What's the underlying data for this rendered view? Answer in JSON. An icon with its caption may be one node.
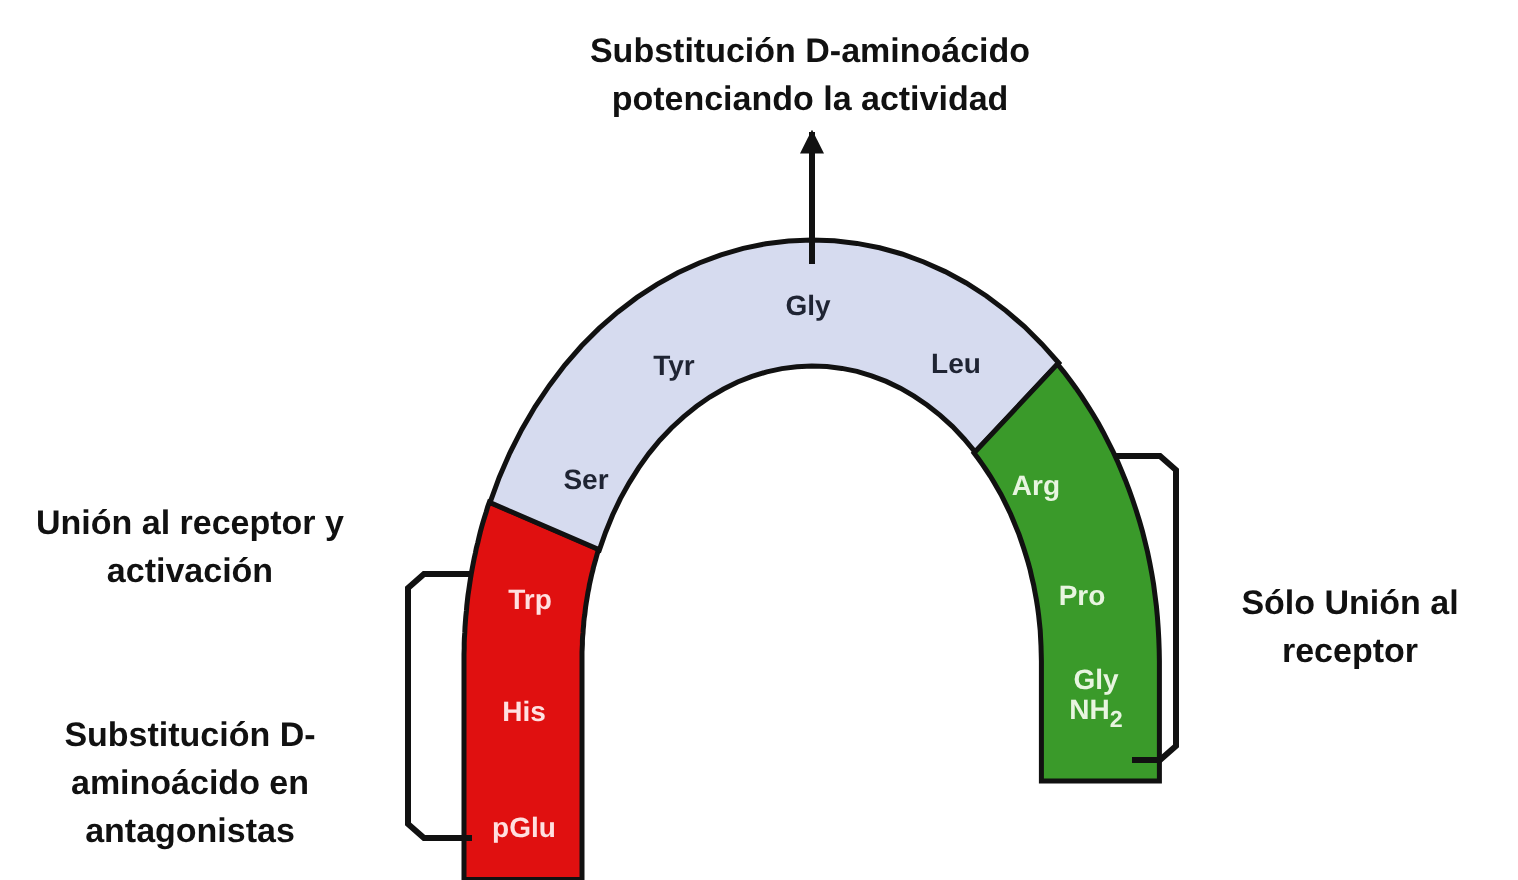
{
  "diagram": {
    "nodes": [
      {
        "text": [
          "Trp",
          "His",
          "pGlu"
        ]
      },
      {
        "text": [
          "Ser",
          "Tyr",
          "Gly",
          "Leu"
        ]
      },
      {
        "text": [
          "Arg",
          "Pro",
          "Gly NH$_{2}$"
        ]
      },
      {
        "text": [
          "Substitución D-aminoácido potenciando la actividad"
        ]
      }
    ],
    "edges": [
      {
        "from": 1,
        "to": 3,
        "arrow": "to"
      }
    ],
    "labels": [
      "Unión al receptor y activación",
      "Substitución D-aminoácido en antagonistas",
      "Sólo Unión al receptor"
    ]
  }
}
